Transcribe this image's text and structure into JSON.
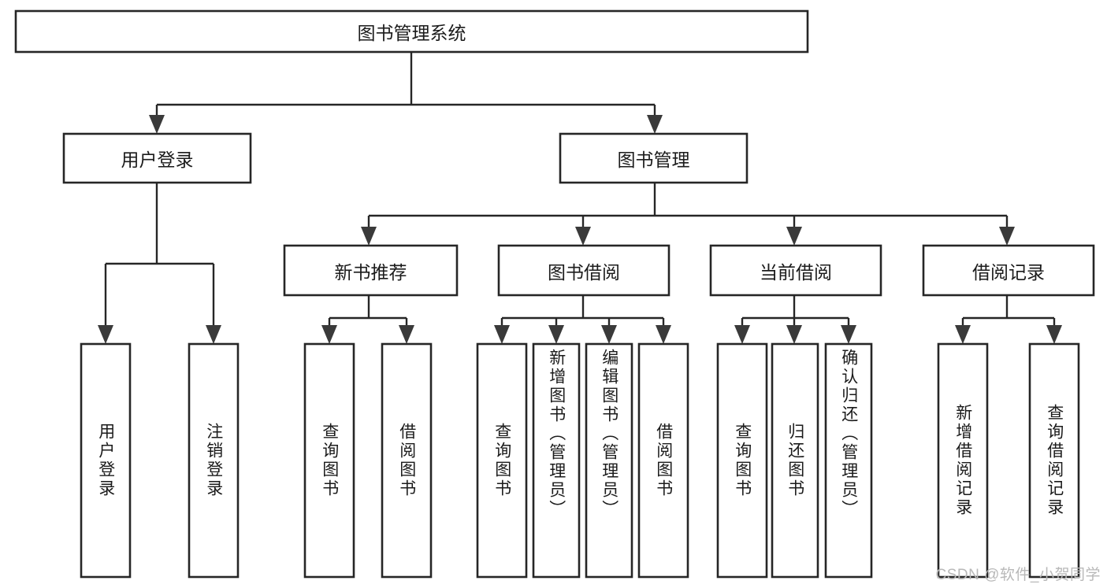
{
  "diagram": {
    "type": "tree-hierarchy",
    "title": "图书管理系统",
    "root": {
      "label": "图书管理系统",
      "level": 1
    },
    "level2": [
      {
        "label": "用户登录"
      },
      {
        "label": "图书管理"
      }
    ],
    "level3": [
      {
        "label": "新书推荐",
        "parent": "图书管理"
      },
      {
        "label": "图书借阅",
        "parent": "图书管理"
      },
      {
        "label": "当前借阅",
        "parent": "图书管理"
      },
      {
        "label": "借阅记录",
        "parent": "图书管理"
      }
    ],
    "leaves": {
      "user_login": [
        {
          "label": "用户登录"
        },
        {
          "label": "注销登录"
        }
      ],
      "new_book": [
        {
          "label": "查询图书"
        },
        {
          "label": "借阅图书"
        }
      ],
      "book_borrow": [
        {
          "label": "查询图书"
        },
        {
          "label": "新增图书（管理员）"
        },
        {
          "label": "编辑图书（管理员）"
        },
        {
          "label": "借阅图书"
        }
      ],
      "current_borrow": [
        {
          "label": "查询图书"
        },
        {
          "label": "归还图书"
        },
        {
          "label": "确认归还（管理员）"
        }
      ],
      "borrow_record": [
        {
          "label": "新增借阅记录"
        },
        {
          "label": "查询借阅记录"
        }
      ]
    }
  },
  "watermark": {
    "text": "CSDN @软件_小贺同学"
  },
  "colors": {
    "stroke": "#262626",
    "fill": "#ffffff",
    "text": "#1b1b1b",
    "watermark": "#b8b8b8"
  }
}
